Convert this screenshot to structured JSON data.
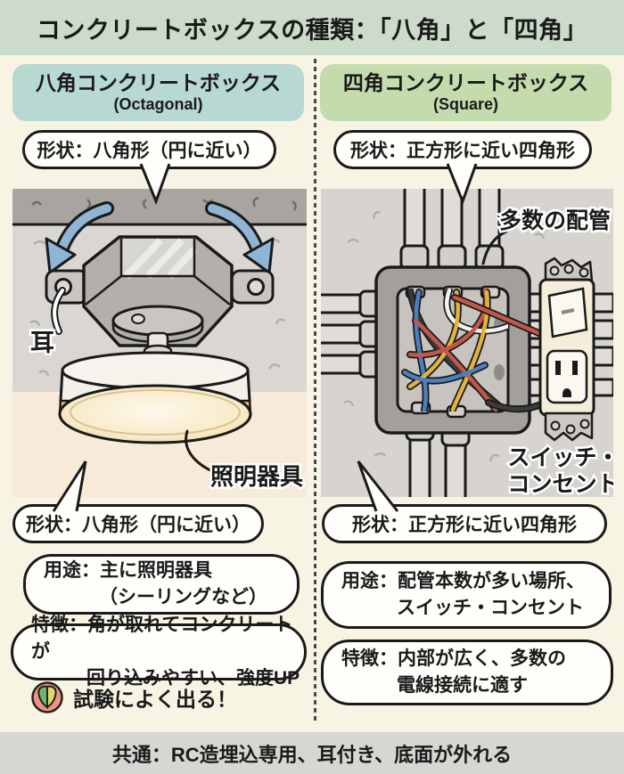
{
  "title": "コンクリートボックスの種類：「八角」と「四角」",
  "footer": "共通：RC造埋込専用、耳付き、底面が外れる",
  "colors": {
    "title_bar_bg": "#ccdbca",
    "left_header_bg": "#b8d8d2",
    "right_header_bg": "#c4dcad",
    "page_bg": "#f8f4e4",
    "footer_bg": "#d8d6d3",
    "arrow_blue": "#8fb5d6",
    "lamp_rim_yellow": "#eac87d",
    "wire_red": "#c2584a",
    "wire_blue": "#4d7fbe",
    "wire_yellow": "#e2b33c",
    "beginner_mark_pink": "#ef9286",
    "beginner_mark_green": "#69b86e",
    "beginner_mark_yellow": "#ded76a"
  },
  "left": {
    "header": "八角コンクリートボックス",
    "header_sub": "(Octagonal)",
    "shape_top": "形状：八角形（円に近い）",
    "labels": {
      "ear": "耳",
      "light": "照明器具"
    },
    "shape_bottom": "形状：八角形（円に近い）",
    "use1": "用途：主に照明器具",
    "use2": "（シーリングなど）",
    "feat1": "特徴：角が取れてコンクリートが",
    "feat2": "回り込みやすい、強度UP",
    "exam": "試験によく出る！"
  },
  "right": {
    "header": "四角コンクリートボックス",
    "header_sub": "(Square)",
    "shape_top": "形状：正方形に近い四角形",
    "labels": {
      "conduits": "多数の配管",
      "device1": "スイッチ・",
      "device2": "コンセント"
    },
    "shape_bottom": "形状：正方形に近い四角形",
    "use1": "用途：配管本数が多い場所、",
    "use2": "スイッチ・コンセント",
    "feat1": "特徴：内部が広く、多数の",
    "feat2": "電線接続に適す"
  }
}
